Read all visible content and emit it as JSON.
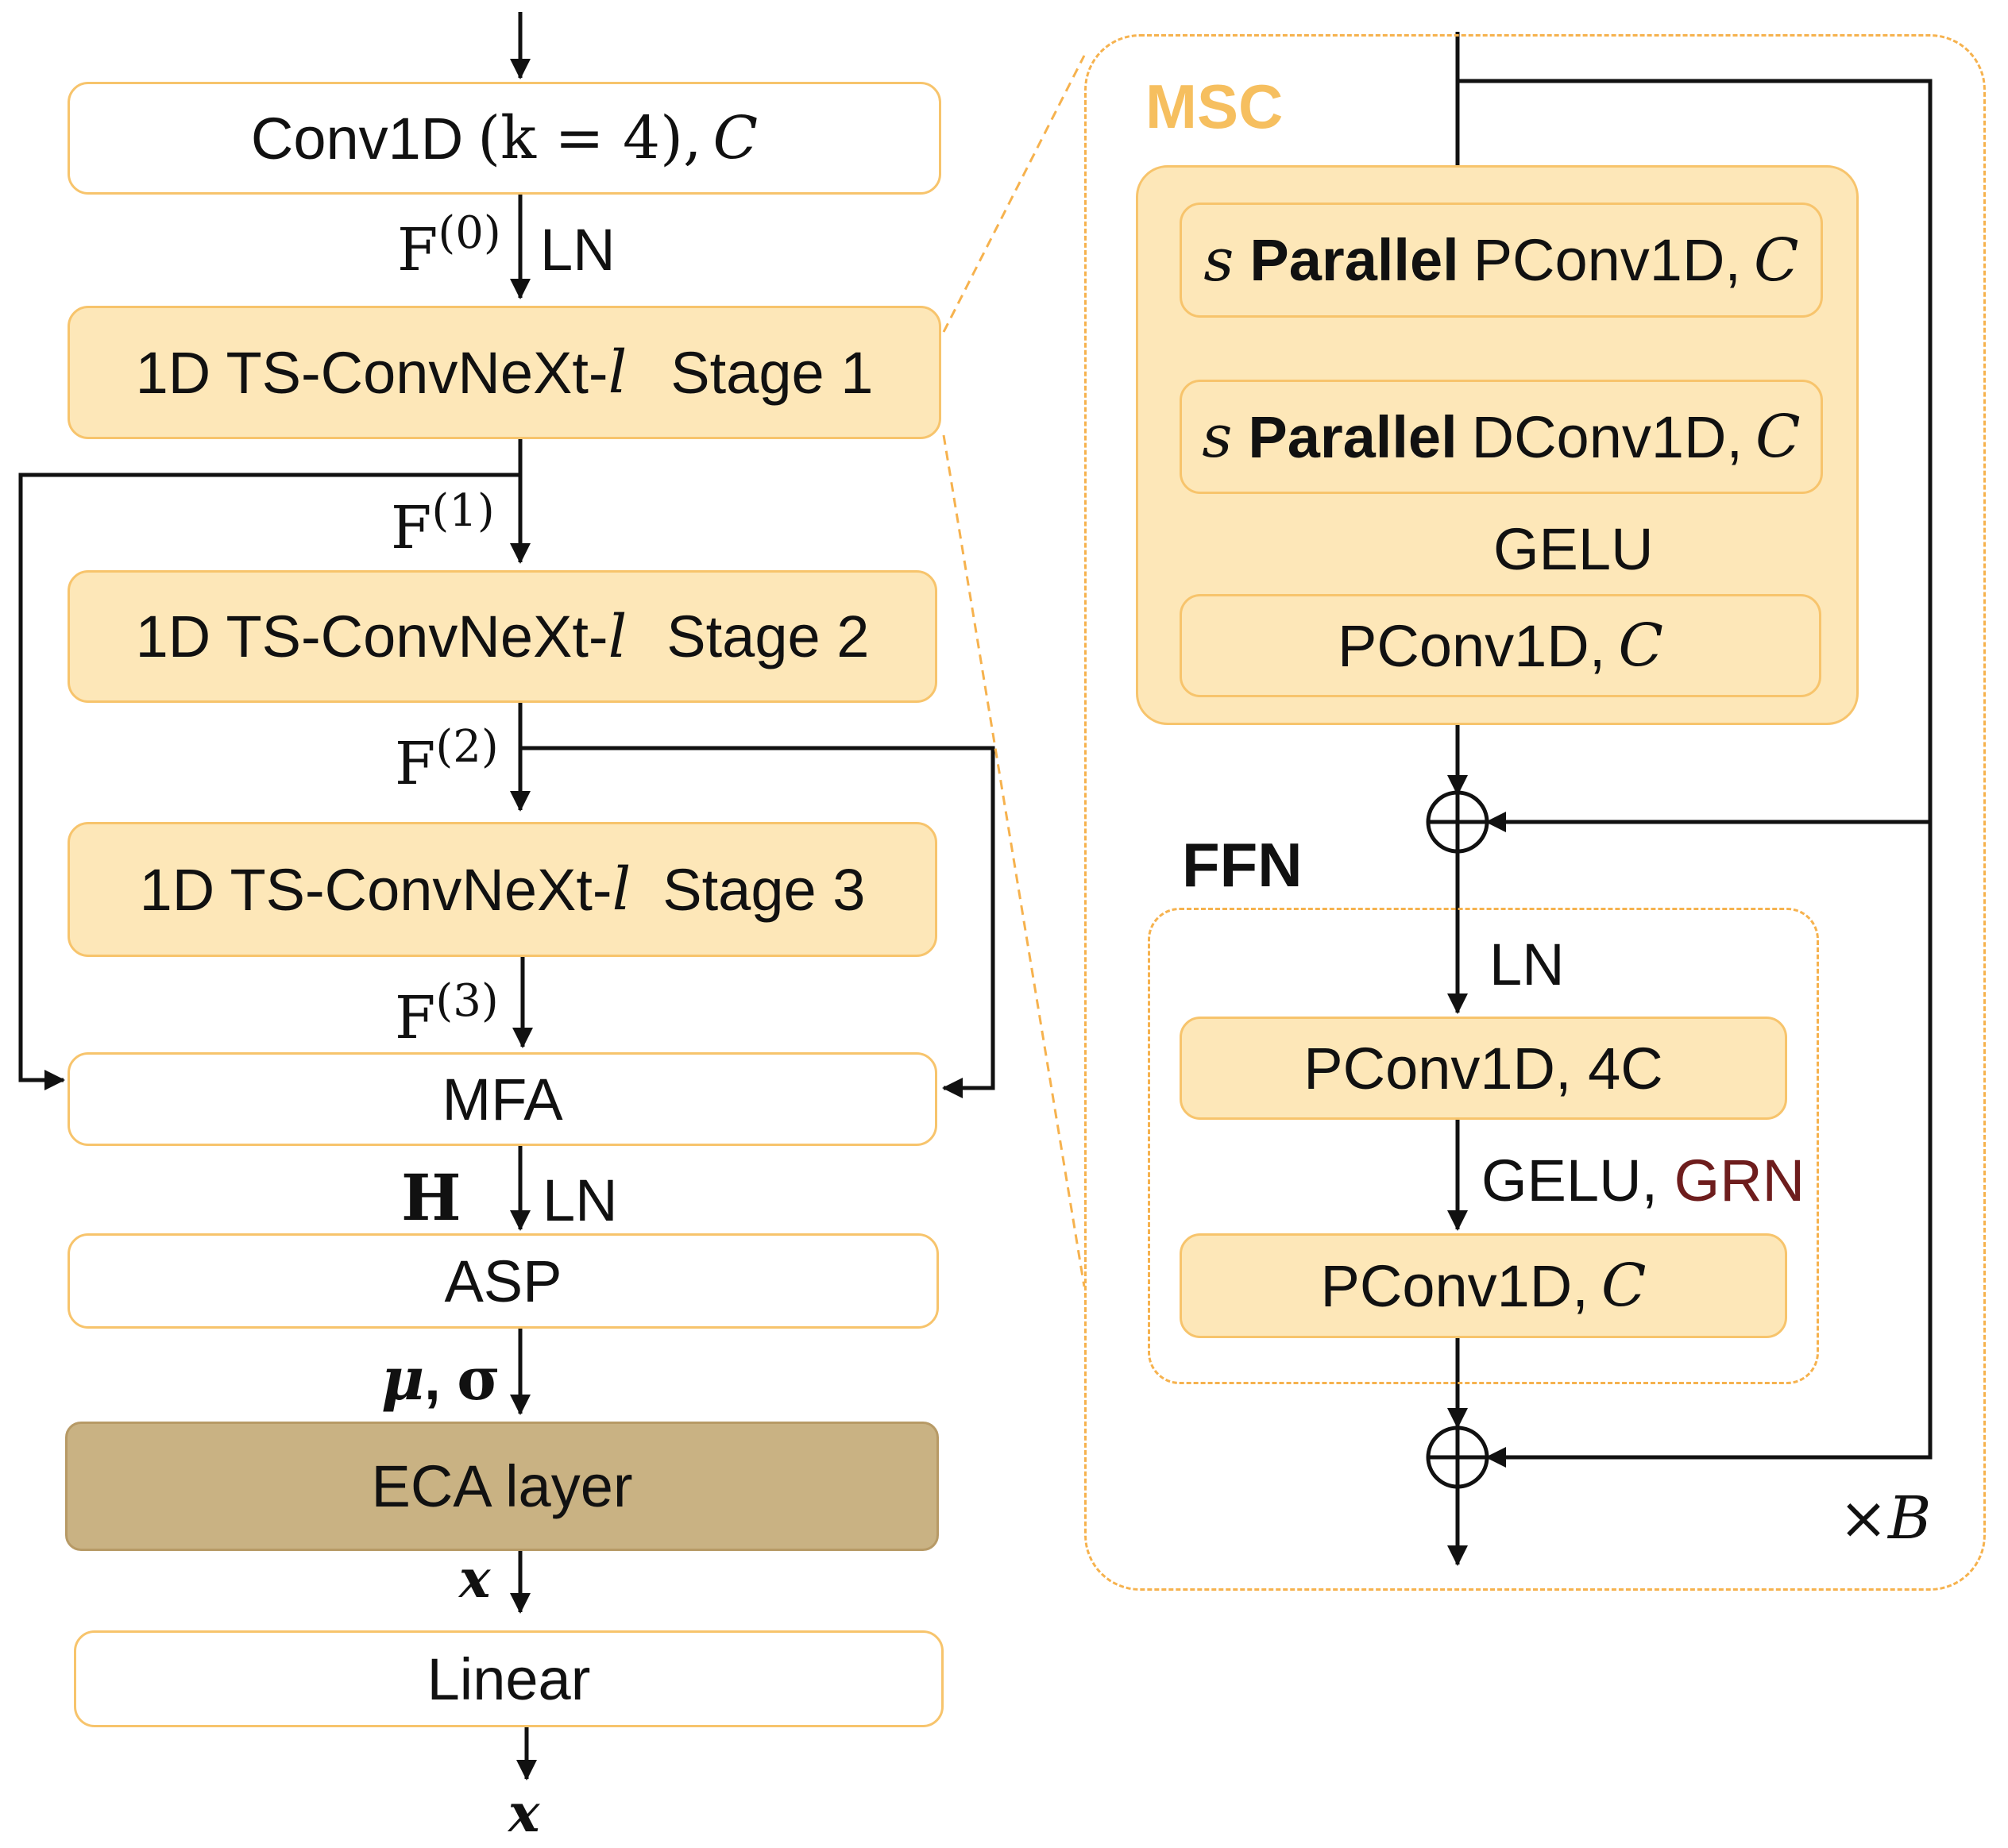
{
  "left": {
    "conv1d": {
      "prefix": "Conv1D",
      "args": "(k = 4)",
      "sep": ",",
      "channels": "C"
    },
    "stage1": {
      "name": "1D TS-ConvNeXt",
      "sep": "-",
      "var": "l",
      "stage": "Stage 1"
    },
    "stage2": {
      "name": "1D TS-ConvNeXt",
      "sep": "-",
      "var": "l",
      "stage": "Stage 2"
    },
    "stage3": {
      "name": "1D TS-ConvNeXt",
      "sep": "-",
      "var": "l",
      "stage": "Stage 3"
    },
    "mfa": "MFA",
    "asp": "ASP",
    "eca": "ECA layer",
    "linear": "Linear",
    "labels": {
      "f": "F",
      "f0": "(0)",
      "f1": "(1)",
      "f2": "(2)",
      "f3": "(3)",
      "ln_top": "LN",
      "ln_h": "LN",
      "h": "H",
      "mu": "μ",
      "mu_sep": ",",
      "sigma": "σ",
      "x_mid": "x",
      "x_out": "x"
    }
  },
  "right": {
    "msc_title": "MSC",
    "ffn_title": "FFN",
    "parallel_pconv": {
      "s": "s",
      "parallel": "Parallel",
      "rest": "PConv1D,",
      "c": "C"
    },
    "parallel_dconv": {
      "s": "s",
      "parallel": "Parallel",
      "rest": "DConv1D,",
      "c": "C"
    },
    "gelu": "GELU",
    "pconv_c": {
      "text": "PConv1D,",
      "c": "C"
    },
    "ln": "LN",
    "pconv_4c": "PConv1D, 4C",
    "gelu_grn": {
      "gelu": "GELU,",
      "grn": "GRN"
    },
    "pconv_c2": {
      "text": "PConv1D,",
      "c": "C"
    },
    "times_b": {
      "times": "×",
      "b": "B"
    }
  },
  "colors": {
    "box_border": "#f7c46c",
    "box_fill": "#fde7b8",
    "eca_fill": "#c9b283",
    "msc_title": "#f6bf5f",
    "dashed": "#f6b24e",
    "grn_text": "#6e1d1d"
  }
}
